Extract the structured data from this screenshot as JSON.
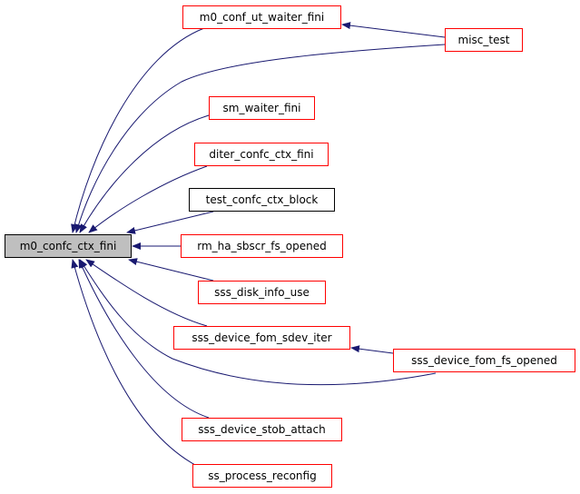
{
  "graph": {
    "root": {
      "id": "root",
      "label": "m0_confc_ctx_fini",
      "fill": "#bfbfbf",
      "border": "#000000"
    },
    "nodes": [
      {
        "id": "n1",
        "label": "m0_conf_ut_waiter_fini",
        "border": "#ff0000"
      },
      {
        "id": "n2",
        "label": "misc_test",
        "border": "#ff0000"
      },
      {
        "id": "n3",
        "label": "sm_waiter_fini",
        "border": "#ff0000"
      },
      {
        "id": "n4",
        "label": "diter_confc_ctx_fini",
        "border": "#ff0000"
      },
      {
        "id": "n5",
        "label": "test_confc_ctx_block",
        "border": "#000000"
      },
      {
        "id": "n6",
        "label": "rm_ha_sbscr_fs_opened",
        "border": "#ff0000"
      },
      {
        "id": "n7",
        "label": "sss_disk_info_use",
        "border": "#ff0000"
      },
      {
        "id": "n8",
        "label": "sss_device_fom_sdev_iter",
        "border": "#ff0000"
      },
      {
        "id": "n9",
        "label": "sss_device_fom_fs_opened",
        "border": "#ff0000"
      },
      {
        "id": "n10",
        "label": "sss_device_stob_attach",
        "border": "#ff0000"
      },
      {
        "id": "n11",
        "label": "ss_process_reconfig",
        "border": "#ff0000"
      }
    ],
    "edges": [
      {
        "from": "n1",
        "to": "root"
      },
      {
        "from": "n2",
        "to": "n1"
      },
      {
        "from": "n2",
        "to": "root"
      },
      {
        "from": "n3",
        "to": "root"
      },
      {
        "from": "n4",
        "to": "root"
      },
      {
        "from": "n5",
        "to": "root"
      },
      {
        "from": "n6",
        "to": "root"
      },
      {
        "from": "n7",
        "to": "root"
      },
      {
        "from": "n8",
        "to": "root"
      },
      {
        "from": "n9",
        "to": "n8"
      },
      {
        "from": "n9",
        "to": "root"
      },
      {
        "from": "n10",
        "to": "root"
      },
      {
        "from": "n11",
        "to": "root"
      }
    ],
    "edge_color": "#191970"
  }
}
